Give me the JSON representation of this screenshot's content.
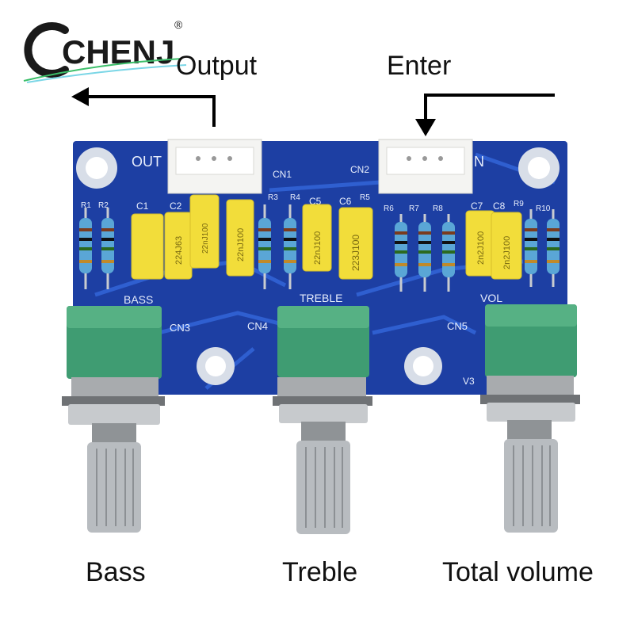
{
  "brand": {
    "logo_text": "CHENJ",
    "registered_mark": "®"
  },
  "labels": {
    "output": "Output",
    "enter": "Enter",
    "bass": "Bass",
    "treble": "Treble",
    "total_volume": "Total volume"
  },
  "board": {
    "silkscreen": {
      "out": "OUT",
      "in": "N",
      "cn1": "CN1",
      "cn2": "CN2",
      "cn3": "CN3",
      "cn4": "CN4",
      "cn5": "CN5",
      "bass": "BASS",
      "treble": "TREBLE",
      "vol": "VOL",
      "v3": "V3",
      "r1": "R1",
      "r2": "R2",
      "r3": "R3",
      "r4": "R4",
      "r5": "R5",
      "r6": "R6",
      "r7": "R7",
      "r8": "R8",
      "r9": "R9",
      "r10": "R10",
      "c1": "C1",
      "c2": "C2",
      "c5": "C5",
      "c6": "C6",
      "c7": "C7",
      "c8": "C8"
    },
    "capacitor_marks": {
      "c2": "224J63",
      "c3": "22nJ100",
      "c4": "22nJ100",
      "c5": "22nJ100",
      "c6": "223J100",
      "c7": "2n2J100",
      "c8": "2n2J100"
    },
    "colors": {
      "pcb": "#1d3fa3",
      "trace": "#2f5fd0",
      "capacitor": "#f2dd3a",
      "pot_body": "#3f9c72",
      "shaft": "#b8bcc0"
    }
  }
}
